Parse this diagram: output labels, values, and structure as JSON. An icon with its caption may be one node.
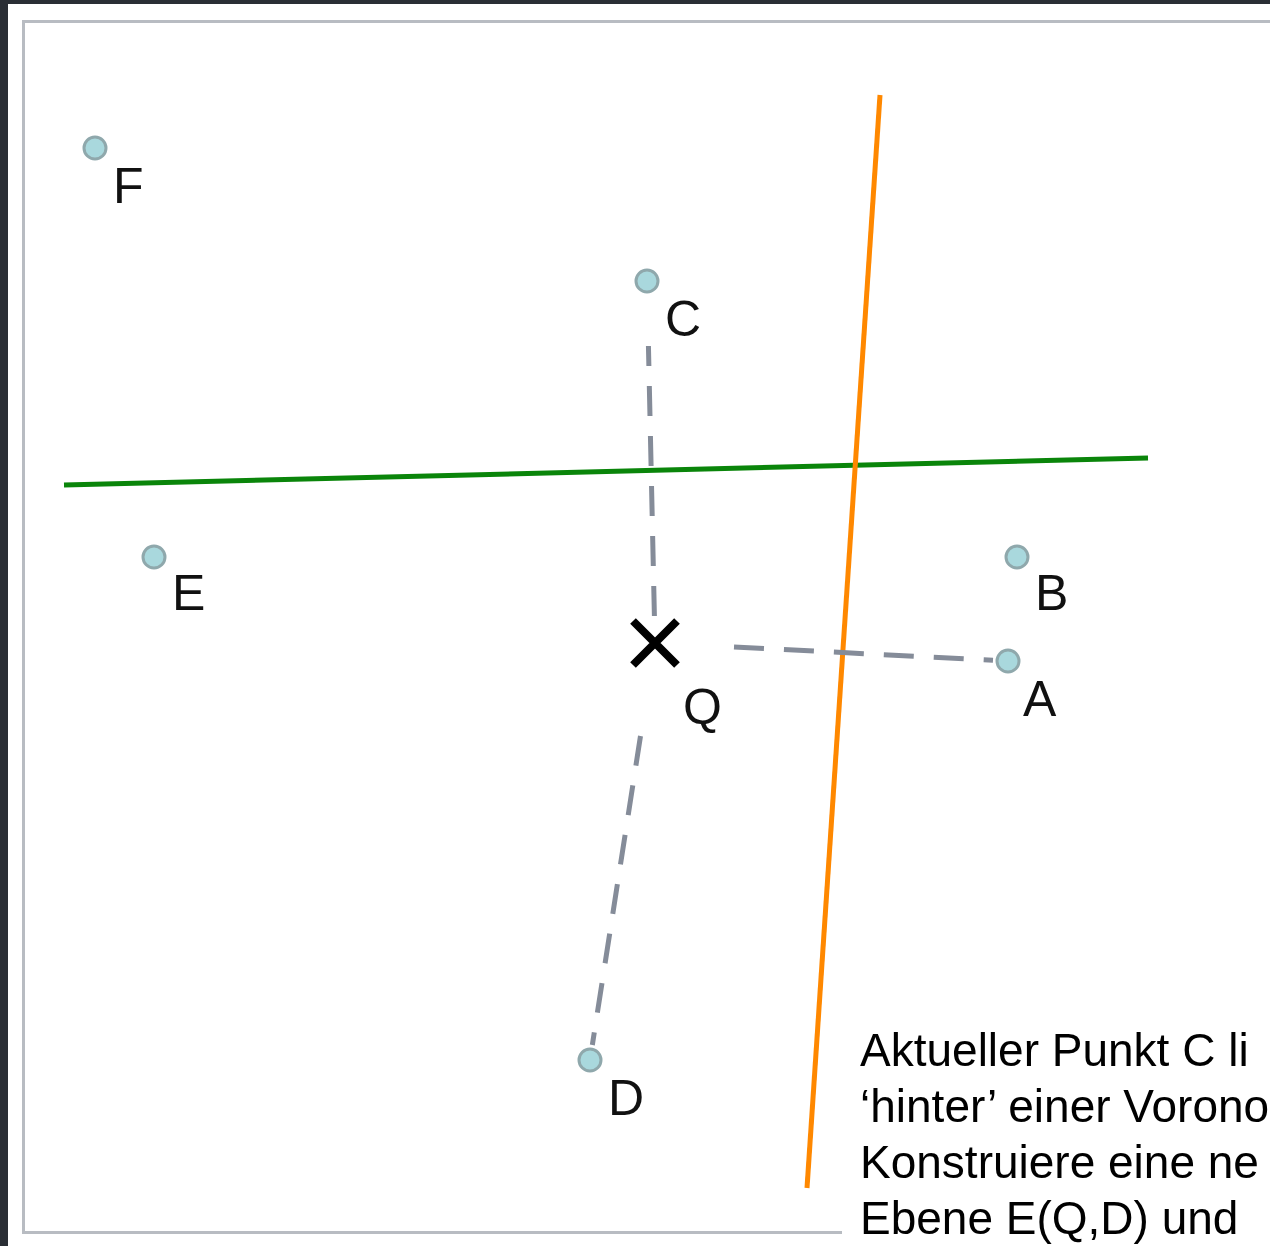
{
  "diagram": {
    "nodes": [
      {
        "text": [
          "F"
        ]
      },
      {
        "text": [
          "C"
        ]
      },
      {
        "text": [
          "E"
        ]
      },
      {
        "text": [
          "B"
        ]
      },
      {
        "text": [
          "Q"
        ]
      },
      {
        "text": [
          "A"
        ]
      },
      {
        "text": [
          "D"
        ]
      }
    ],
    "edges": [
      {
        "from": 4,
        "to": 1,
        "arrow": "none",
        "style": "dashed"
      },
      {
        "from": 4,
        "to": 5,
        "arrow": "none",
        "style": "dashed"
      },
      {
        "from": 4,
        "to": 6,
        "arrow": "none",
        "style": "dashed"
      }
    ],
    "labels": [
      "Aktueller Punkt C li ‘hinter’ einer Vorono Konstruiere eine ne Ebene E(Q,D) und"
    ]
  }
}
